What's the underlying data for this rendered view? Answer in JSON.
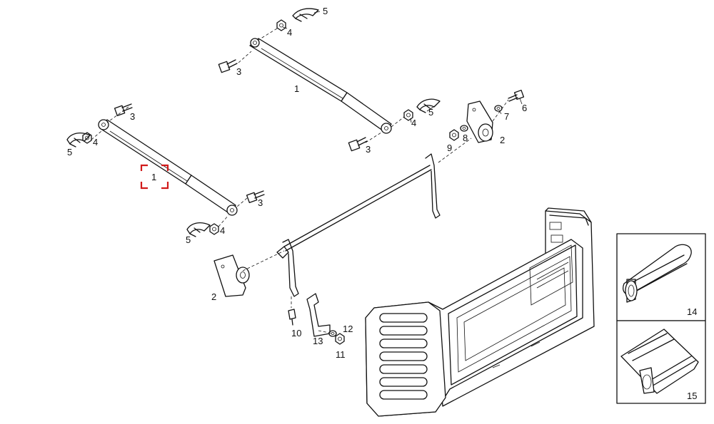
{
  "callouts": {
    "c1_lower": "1",
    "c1_upper": "1",
    "c2_right": "2",
    "c2_left": "2",
    "c3_a": "3",
    "c3_b": "3",
    "c3_c": "3",
    "c3_d": "3",
    "c4_a": "4",
    "c4_b": "4",
    "c4_c": "4",
    "c4_d": "4",
    "c5_a": "5",
    "c5_b": "5",
    "c5_c": "5",
    "c5_d": "5",
    "c6": "6",
    "c7": "7",
    "c8": "8",
    "c9": "9",
    "c10": "10",
    "c11": "11",
    "c12": "12",
    "c13": "13",
    "c14": "14",
    "c15": "15"
  },
  "colors": {
    "line": "#111111",
    "selection": "#d11a1a",
    "background": "#ffffff"
  }
}
